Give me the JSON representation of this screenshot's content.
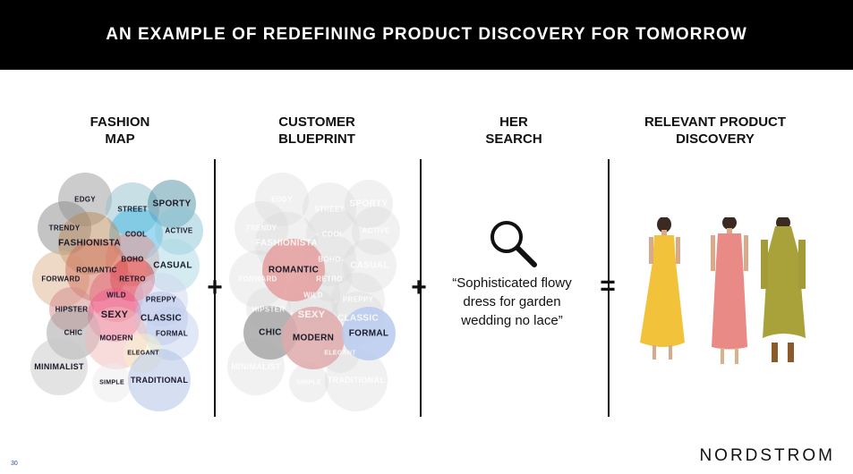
{
  "header": {
    "title": "AN EXAMPLE OF REDEFINING PRODUCT DISCOVERY FOR TOMORROW"
  },
  "columns": [
    {
      "title_line1": "FASHION",
      "title_line2": "MAP"
    },
    {
      "title_line1": "CUSTOMER",
      "title_line2": "BLUEPRINT"
    },
    {
      "title_line1": "HER",
      "title_line2": "SEARCH"
    },
    {
      "title_line1": "RELEVANT PRODUCT",
      "title_line2": "DISCOVERY"
    }
  ],
  "operators": {
    "plus": "+",
    "equals": "="
  },
  "fashion_map": [
    {
      "label": "EDGY",
      "color": "#9a9a9a"
    },
    {
      "label": "STREET",
      "color": "#8fbfcc"
    },
    {
      "label": "SPORTY",
      "color": "#4f8fa3"
    },
    {
      "label": "TRENDY",
      "color": "#8a8a8a"
    },
    {
      "label": "COOL",
      "color": "#3fb6e6"
    },
    {
      "label": "ACTIVE",
      "color": "#8cc6d6"
    },
    {
      "label": "FASHIONISTA",
      "color": "#b98a5a"
    },
    {
      "label": "BOHO",
      "color": "#ec8d86"
    },
    {
      "label": "CASUAL",
      "color": "#a9d7e4"
    },
    {
      "label": "FORWARD",
      "color": "#dcb38e"
    },
    {
      "label": "ROMANTIC",
      "color": "#cf6f5a"
    },
    {
      "label": "RETRO",
      "color": "#d63b3b"
    },
    {
      "label": "WILD",
      "color": "#e36a7c"
    },
    {
      "label": "PREPPY",
      "color": "#cfd6ef"
    },
    {
      "label": "HIPSTER",
      "color": "#d48a8a"
    },
    {
      "label": "SEXY",
      "color": "#ef5b8e"
    },
    {
      "label": "CLASSIC",
      "color": "#b4c2e6"
    },
    {
      "label": "CHIC",
      "color": "#9e9e9e"
    },
    {
      "label": "MODERN",
      "color": "#f1b9b9"
    },
    {
      "label": "FORMAL",
      "color": "#c2cfee"
    },
    {
      "label": "ELEGANT",
      "color": "#f5f1c8"
    },
    {
      "label": "MINIMALIST",
      "color": "#c8c8c8"
    },
    {
      "label": "SIMPLE",
      "color": "#ececec"
    },
    {
      "label": "TRADITIONAL",
      "color": "#aebde6"
    }
  ],
  "blueprint_highlights": {
    "ROMANTIC": "#e49d9d",
    "CHIC": "#a8a8a8",
    "MODERN": "#deaaaa",
    "FORMAL": "#b8caee"
  },
  "search": {
    "icon": "magnifier-icon",
    "query": "“Sophisticated flowy dress for garden wedding no lace”"
  },
  "products": [
    {
      "color": "#f2c23a"
    },
    {
      "color": "#e98a86"
    },
    {
      "color": "#a9a23a"
    }
  ],
  "footer": {
    "brand": "NORDSTROM",
    "page": "30"
  }
}
